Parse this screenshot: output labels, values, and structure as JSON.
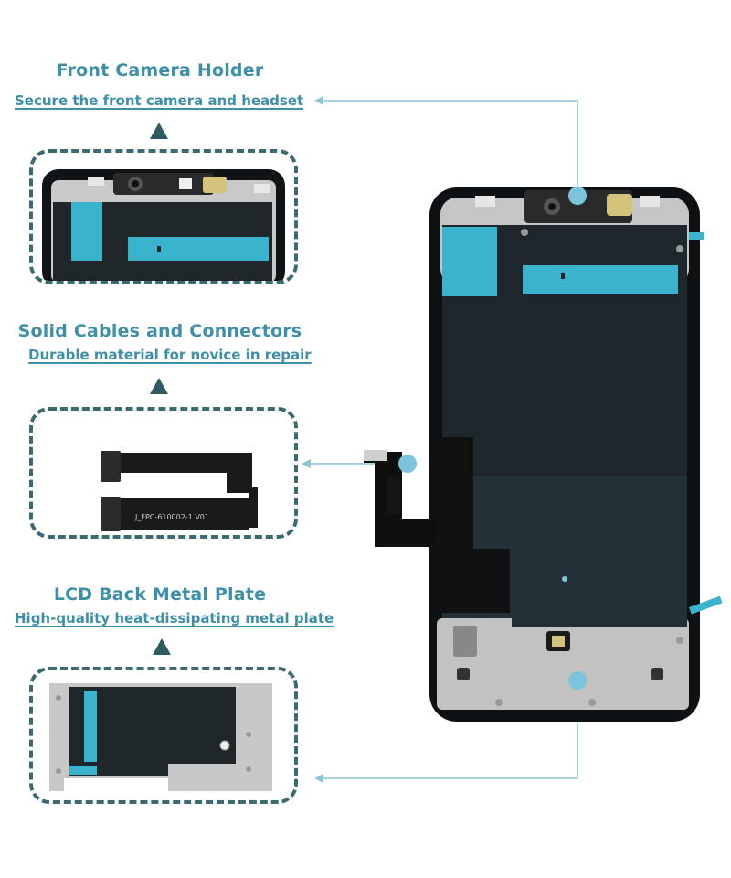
{
  "sections": [
    {
      "title": "Front Camera Holder",
      "subtitle": "Secure the front camera and headset"
    },
    {
      "title": "Solid Cables and Connectors",
      "subtitle": "Durable material for novice in repair"
    },
    {
      "title": "LCD Back Metal Plate",
      "subtitle": "High-quality heat-dissipating metal plate"
    }
  ],
  "cable_label": "J_FPC-610002-1  V01",
  "colors": {
    "accent": "#3e8fa8",
    "callout_line": "#8ec3d4",
    "dot": "#7cc4dc",
    "tape": "#3bb2cc",
    "dark_panel": "#1e272b",
    "metal": "#c8c8c8",
    "dash_border": "#3b6a72"
  }
}
